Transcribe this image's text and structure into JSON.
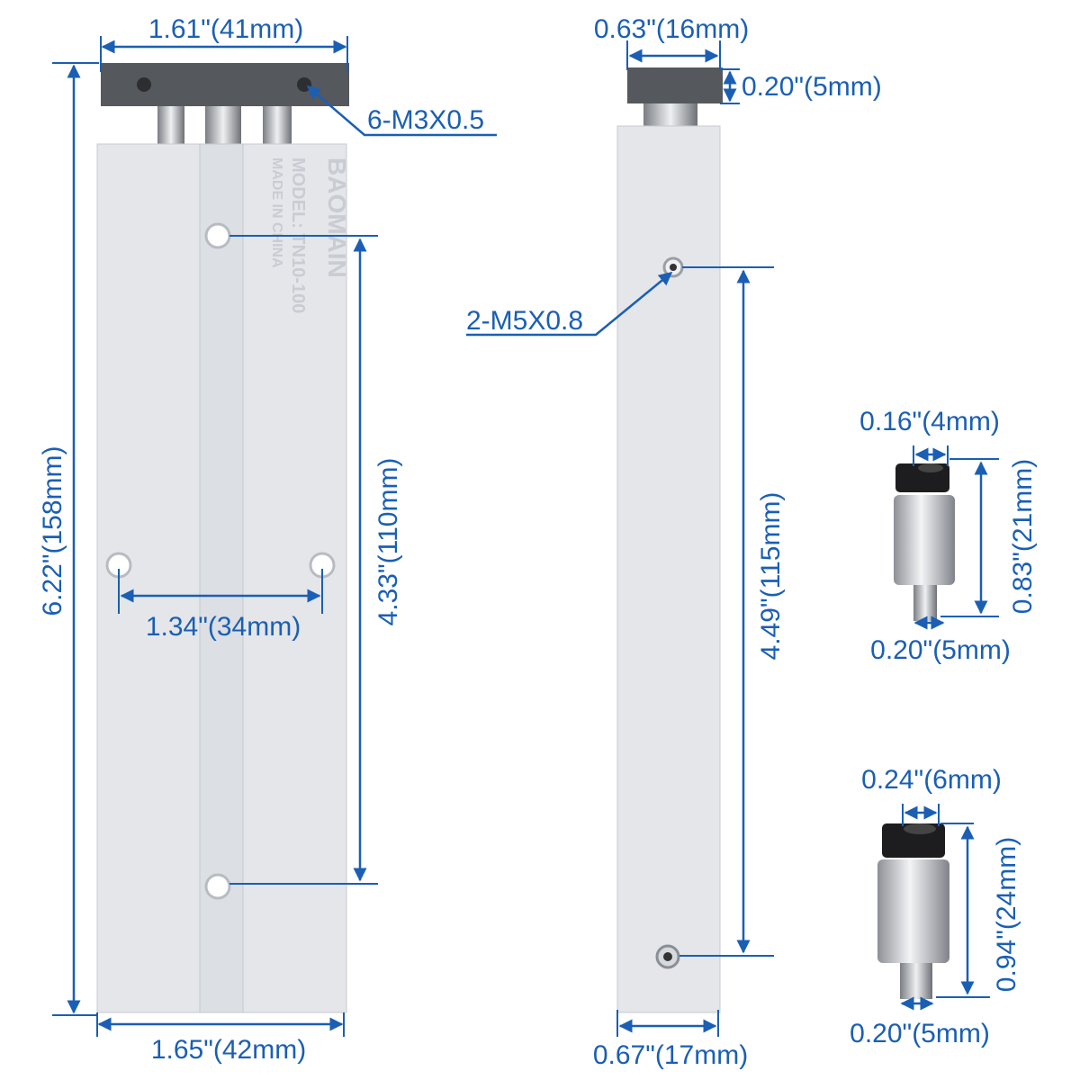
{
  "colors": {
    "dimension": "#1a5fb4",
    "body": "#e4e6ea",
    "plate": "#55585c",
    "cap": "#1d1d1f"
  },
  "cylinder_front": {
    "brand": "BAOMAIN",
    "model": "MODEL: TN10-100",
    "origin": "MADE IN CHINA",
    "dims": {
      "plate_width": "1.61\"(41mm)",
      "total_length": "6.22\"(158mm)",
      "plate_thread": "6-M3X0.5",
      "hole_spacing_v": "4.33\"(110mm)",
      "hole_spacing_h": "1.34\"(34mm)",
      "body_width": "1.65\"(42mm)"
    }
  },
  "cylinder_side": {
    "dims": {
      "plate_width": "0.63\"(16mm)",
      "plate_thickness": "0.20\"(5mm)",
      "port_thread": "2-M5X0.8",
      "port_spacing": "4.49\"(115mm)",
      "body_width": "0.67\"(17mm)"
    }
  },
  "fitting_small": {
    "dims": {
      "tube": "0.16\"(4mm)",
      "height": "0.83\"(21mm)",
      "thread": "0.20\"(5mm)"
    }
  },
  "fitting_large": {
    "dims": {
      "tube": "0.24\"(6mm)",
      "height": "0.94\"(24mm)",
      "thread": "0.20\"(5mm)"
    }
  }
}
